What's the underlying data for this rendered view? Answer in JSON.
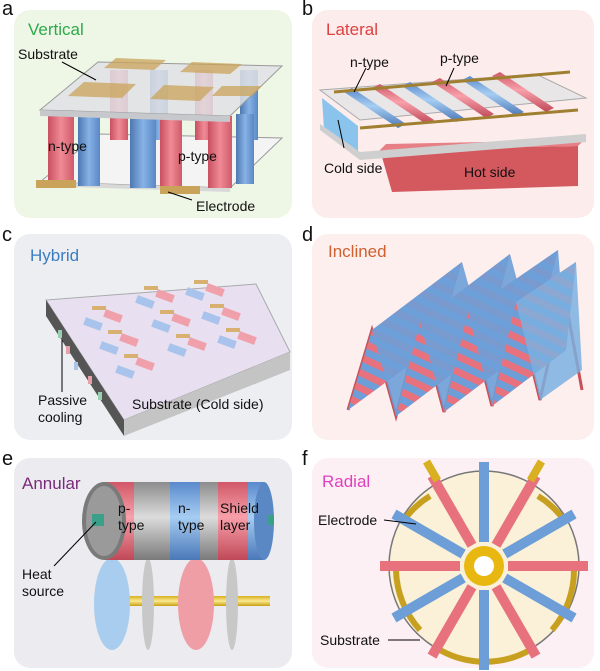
{
  "panels": [
    {
      "letter": "a",
      "title": "Vertical",
      "title_color": "#2eaa4a",
      "bg": "#eef6e6",
      "labels": {
        "substrate": "Substrate",
        "ntype": "n-type",
        "ptype": "p-type",
        "electrode": "Electrode"
      }
    },
    {
      "letter": "b",
      "title": "Lateral",
      "title_color": "#e04040",
      "bg": "#fcecec",
      "labels": {
        "ntype": "n-type",
        "ptype": "p-type",
        "cold": "Cold side",
        "hot": "Hot side"
      }
    },
    {
      "letter": "c",
      "title": "Hybrid",
      "title_color": "#3a7dc0",
      "bg": "#eceef2",
      "labels": {
        "passive": "Passive cooling",
        "substrate": "Substrate (Cold side)"
      }
    },
    {
      "letter": "d",
      "title": "Inclined",
      "title_color": "#d06030",
      "bg": "#fcefed",
      "labels": {}
    },
    {
      "letter": "e",
      "title": "Annular",
      "title_color": "#7a2a7a",
      "bg": "#ececf0",
      "labels": {
        "ptype": "p-type",
        "ntype": "n-type",
        "shield": "Shield layer",
        "heat": "Heat source"
      }
    },
    {
      "letter": "f",
      "title": "Radial",
      "title_color": "#e040c0",
      "bg": "#fcf0f4",
      "labels": {
        "electrode": "Electrode",
        "substrate": "Substrate"
      }
    }
  ],
  "colors": {
    "ntype": "#6d9ed8",
    "ptype": "#e8717e",
    "electrode": "#c9a35a",
    "gold": "#e0b010"
  }
}
